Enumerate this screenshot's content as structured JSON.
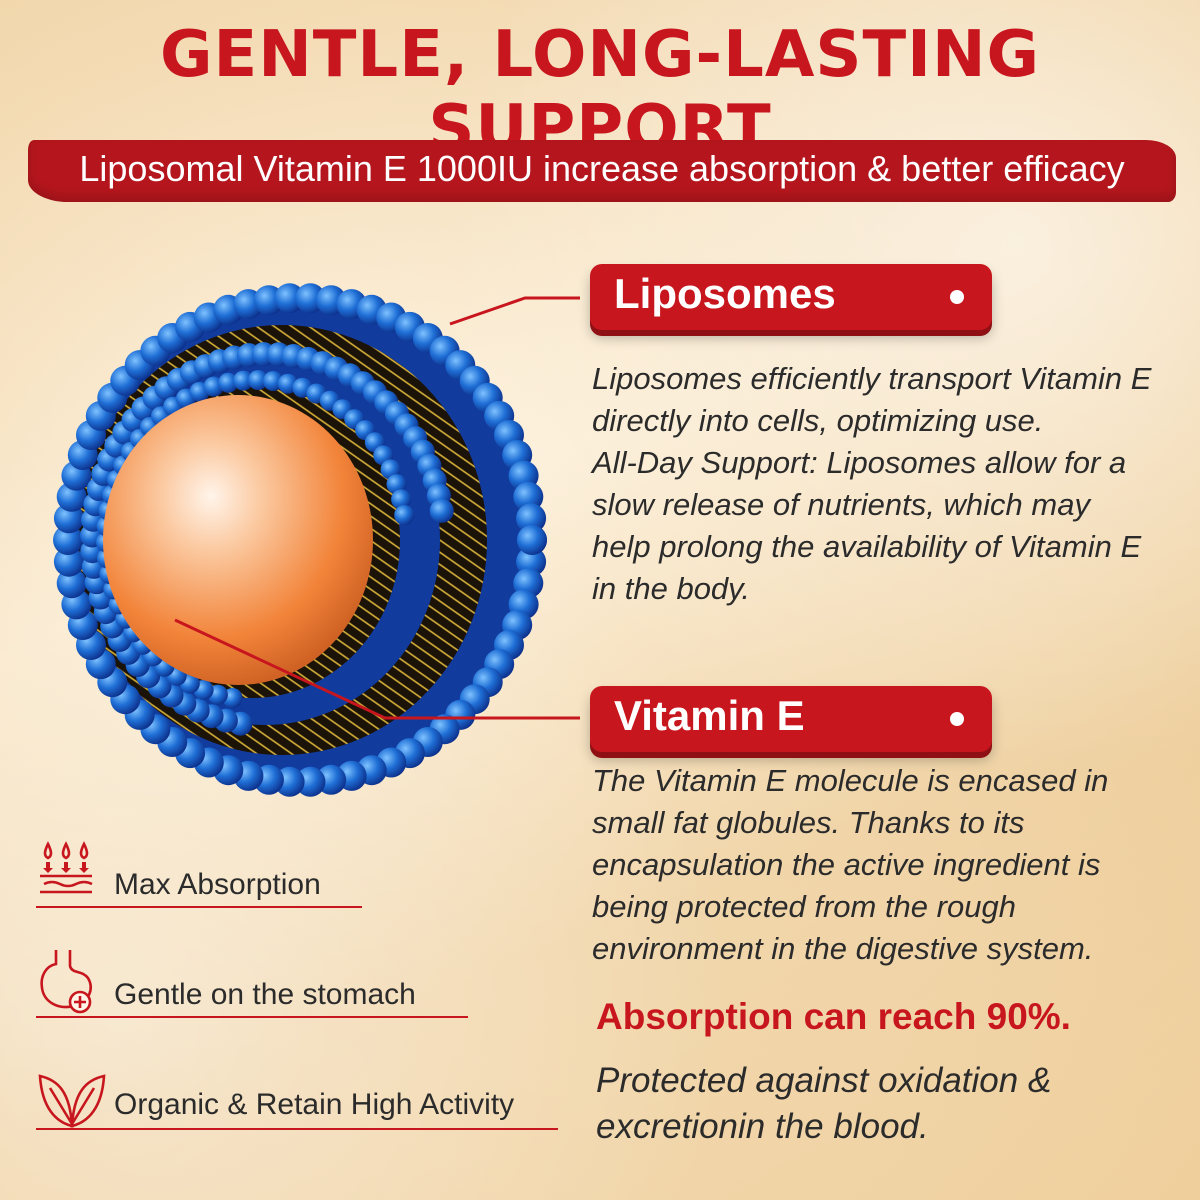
{
  "header": {
    "title": "GENTLE, LONG-LASTING SUPPORT",
    "subtitle": "Liposomal Vitamin E 1000IU increase absorption & better efficacy"
  },
  "callouts": [
    {
      "label": "Liposomes",
      "paragraphs": [
        "Liposomes efficiently transport Vitamin E directly into cells, optimizing use.",
        "All-Day Support: Liposomes allow for a slow release of nutrients, which may help prolong the availability of Vitamin E in the body."
      ]
    },
    {
      "label": "Vitamin E",
      "paragraphs": [
        "The Vitamin E molecule is encased in small fat globules. Thanks to its encapsulation the active ingredient is being protected from the rough environment in the digestive system."
      ]
    }
  ],
  "highlight": "Absorption can reach 90%.",
  "protected_text": "Protected against oxidation & excretionin the blood.",
  "features": [
    {
      "label": "Max Absorption",
      "icon": "absorption-drops-icon"
    },
    {
      "label": "Gentle on the stomach",
      "icon": "stomach-icon"
    },
    {
      "label": "Organic & Retain High Activity",
      "icon": "leaves-icon"
    }
  ],
  "colors": {
    "accent_red": "#c8161e",
    "liposome_blue": "#1f6fd6",
    "core_orange": "#f2843a"
  }
}
